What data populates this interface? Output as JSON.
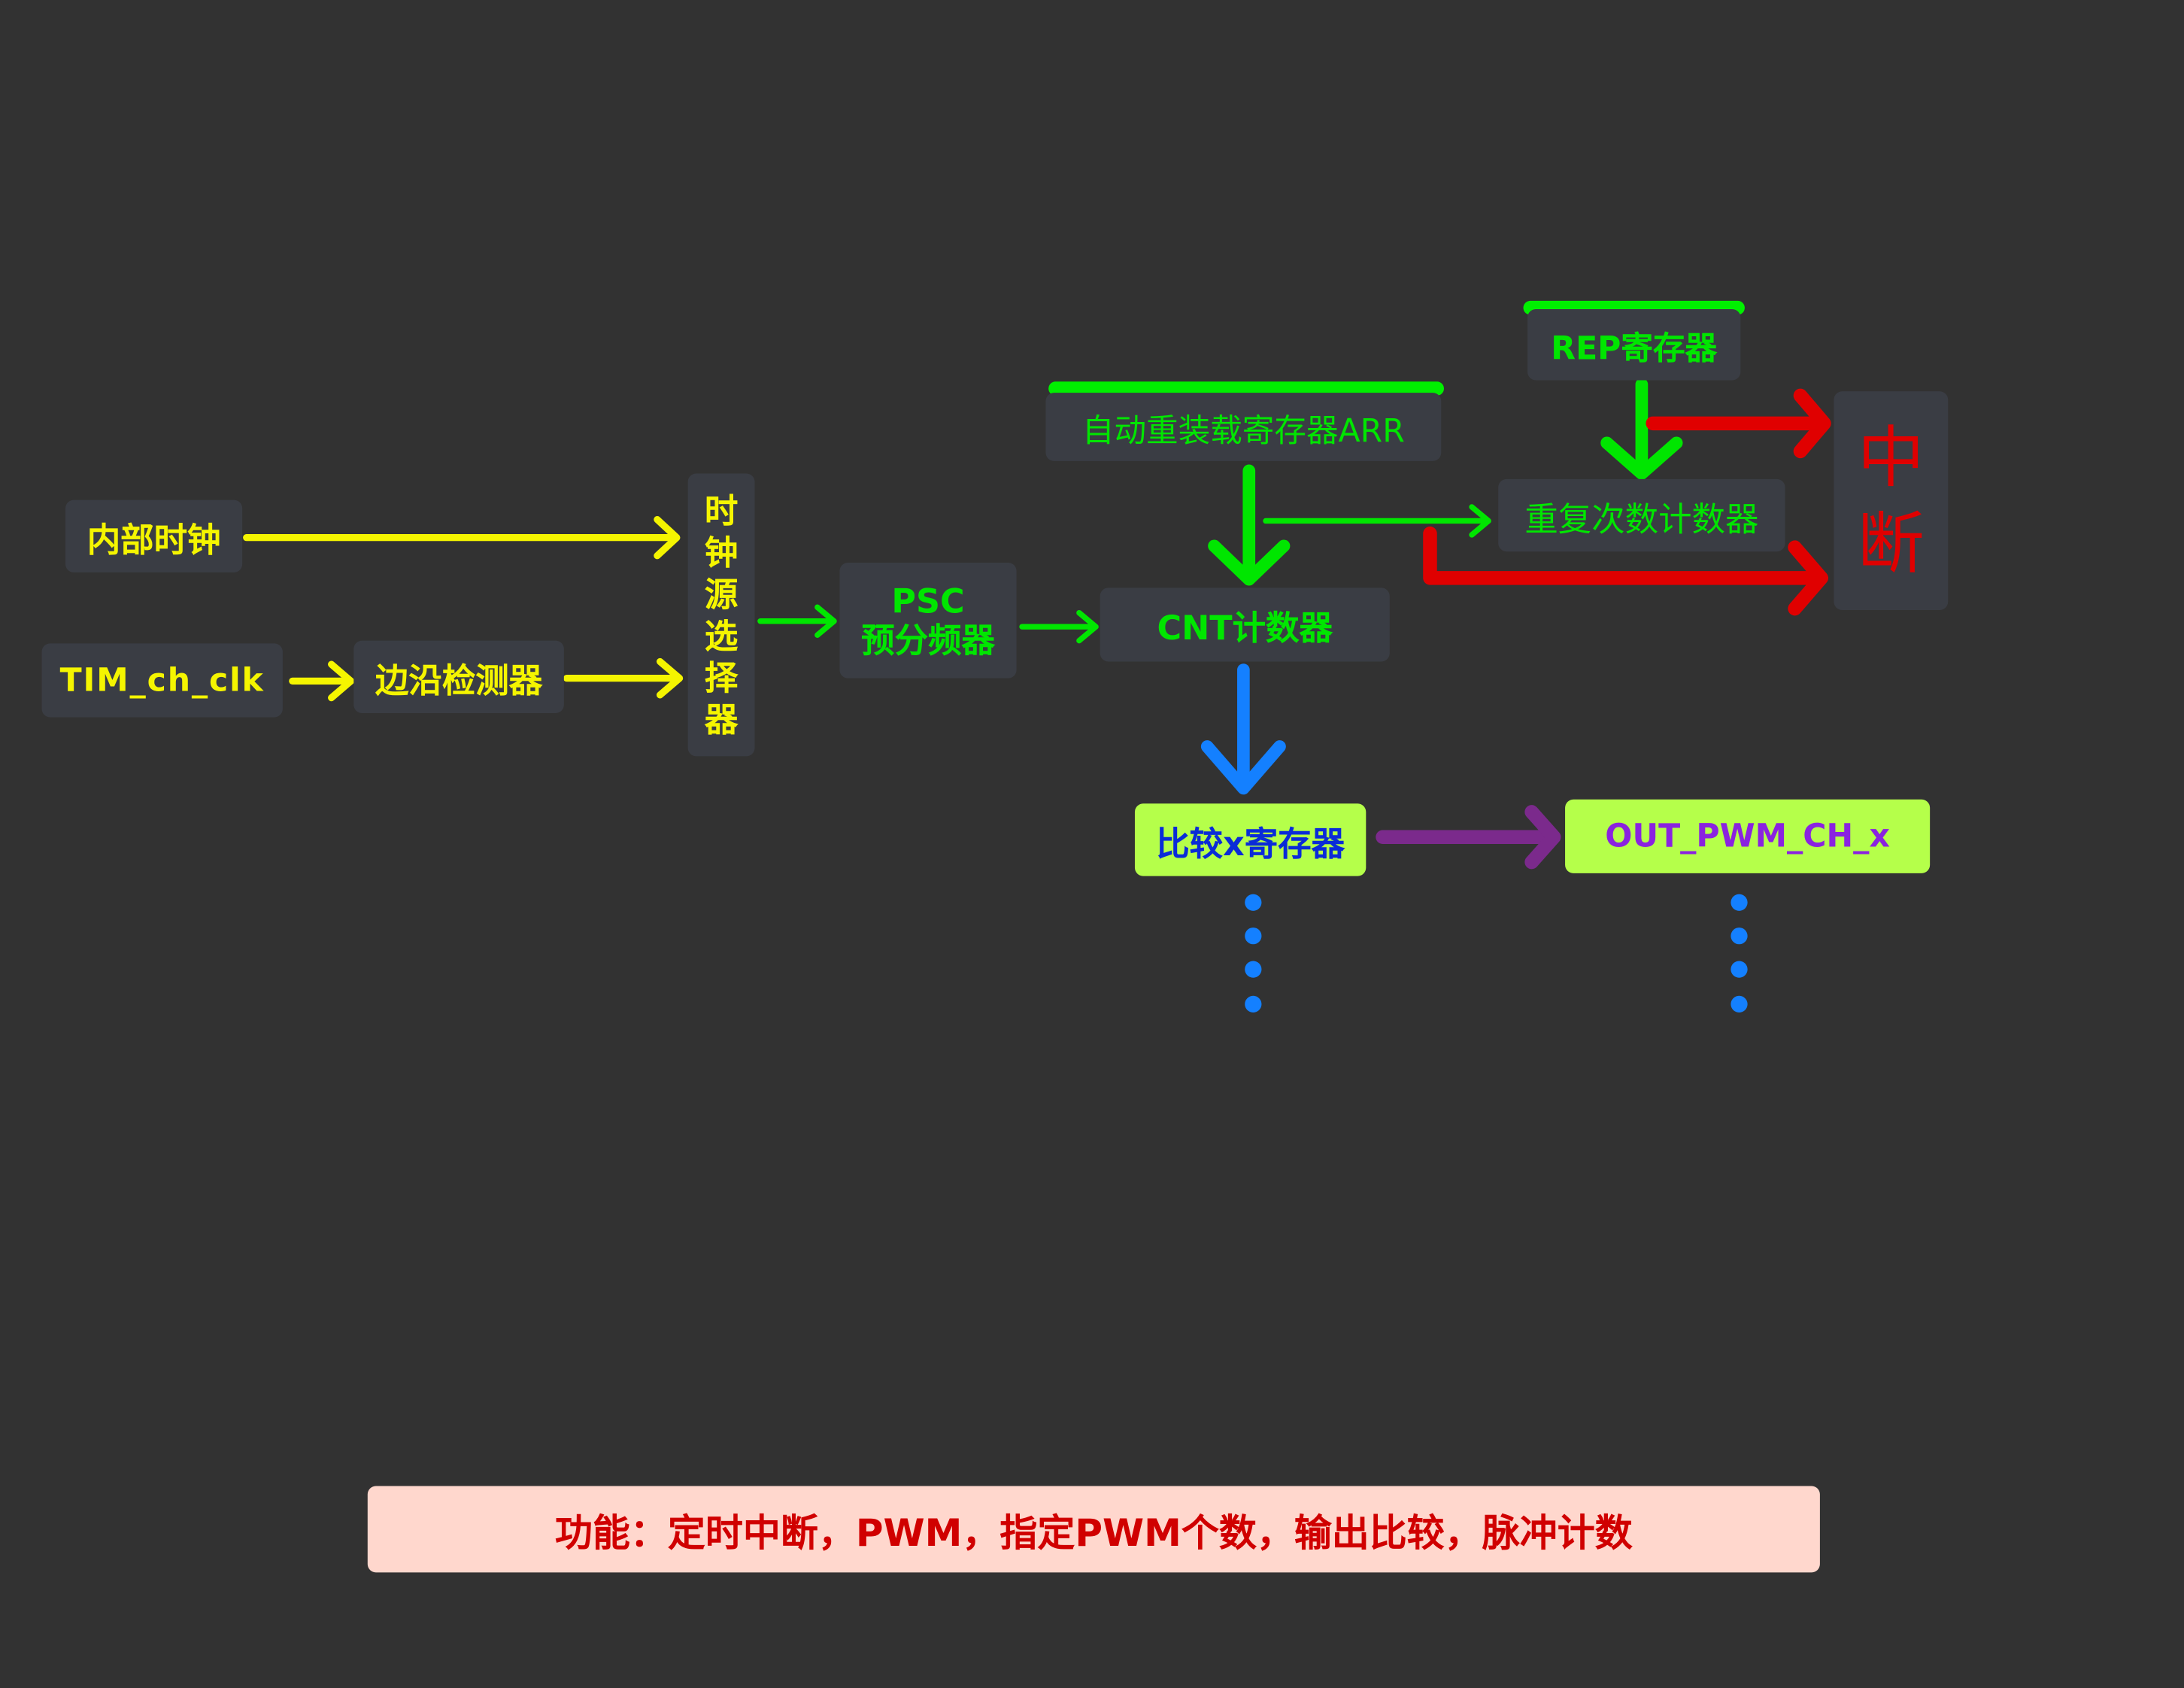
{
  "nodes": {
    "internal_clock": "内部时钟",
    "tim_ch_clk": "TIM_ch_clk",
    "edge_detector": "边沿检测器",
    "clock_selector_chars": [
      "时",
      "钟",
      "源",
      "选",
      "择",
      "器"
    ],
    "psc_line1": "PSC",
    "psc_line2": "预分频器",
    "cnt": "CNT计数器",
    "arr": "自动重装载寄存器ARR",
    "rep": "REP寄存器",
    "rep_counter": "重复次数计数器",
    "interrupt_chars": [
      "中",
      "断"
    ],
    "compare": "比较x寄存器",
    "out_pwm": "OUT_PWM_CH_x"
  },
  "footer": {
    "text": "功能：定时中断，PWM，指定PWM个数，输出比较，脉冲计数"
  },
  "colors": {
    "background": "#323232",
    "box": "#3a3d44",
    "yellow": "#f5f500",
    "green": "#00e600",
    "red": "#e00000",
    "blue": "#1480ff",
    "purple": "#7b2a8c",
    "lime": "#b5ff4a",
    "footer_bg": "#ffd7cd"
  }
}
